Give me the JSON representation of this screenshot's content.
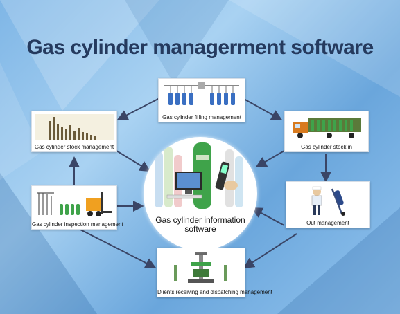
{
  "title": "Gas cylinder managerment software",
  "hub": {
    "label_line1": "Gas cylinder information",
    "label_line2": "software"
  },
  "nodes": {
    "filling": "Gas cylinder filling management",
    "stock_management": "Gas cylinder stock management",
    "stock_in": "Gas cylinder stock in",
    "inspection": "Gas cylinder inspection management",
    "out": "Out management",
    "clients": "Dlients receiving and dispatching management"
  },
  "colors": {
    "background": "#8cc0ea",
    "title": "#253a5e",
    "arrow": "#3a4566",
    "cylinder_green": "#3fa34a",
    "truck_orange": "#d87a1e",
    "forklift_orange": "#f0a020"
  }
}
